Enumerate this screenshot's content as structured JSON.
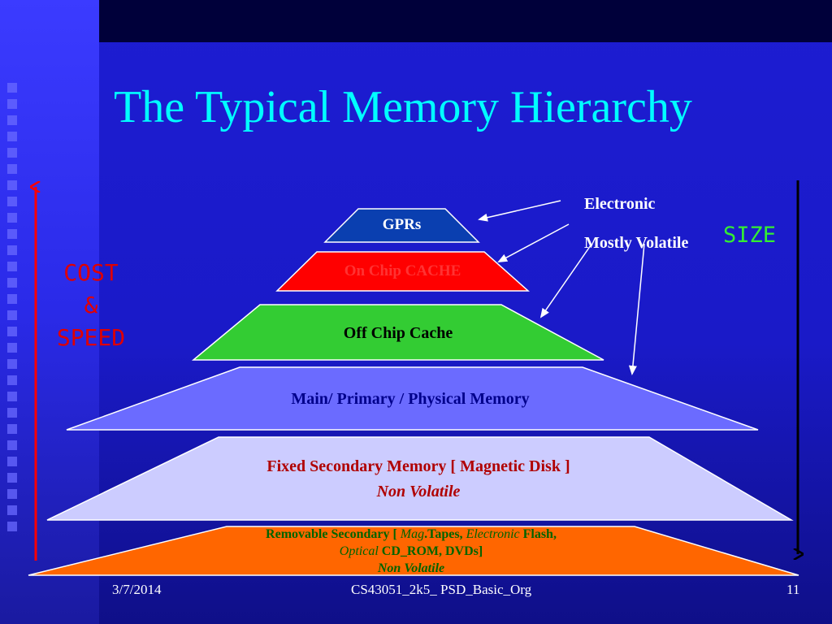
{
  "slide": {
    "title": "The Typical Memory Hierarchy",
    "left_axis": {
      "line1": "COST",
      "line2": "&",
      "line3": "SPEED"
    },
    "right_axis": {
      "label": "SIZE"
    },
    "annotations": {
      "electronic": "Electronic",
      "volatile": "Mostly Volatile"
    },
    "layers": {
      "gprs": {
        "label": "GPRs"
      },
      "on_chip": {
        "label": "On Chip CACHE"
      },
      "off_chip": {
        "label": "Off Chip Cache"
      },
      "main": {
        "label": "Main/ Primary / Physical  Memory"
      },
      "fixed": {
        "line1": "Fixed Secondary Memory  [ Magnetic Disk ]",
        "line2": "Non Volatile"
      },
      "removable": {
        "p1": "Removable Secondary  [ ",
        "p2": "Mag",
        "p3": ".Tapes, ",
        "p4": "Electronic",
        "p5": " Flash,",
        "p6": "Optical",
        "p7": " CD_ROM, DVDs]",
        "p8": "Non Volatile"
      }
    },
    "colors": {
      "gprs": "#0a3fb0",
      "on_chip": "#ff0000",
      "off_chip": "#33cc33",
      "main": "#6b6bff",
      "fixed": "#ccccff",
      "removable": "#ff6600",
      "cost_arrow": "#ff0000",
      "size_arrow": "#000000"
    },
    "footer": {
      "date": "3/7/2014",
      "course": "CS43051_2k5_ PSD_Basic_Org",
      "page": "11"
    }
  }
}
